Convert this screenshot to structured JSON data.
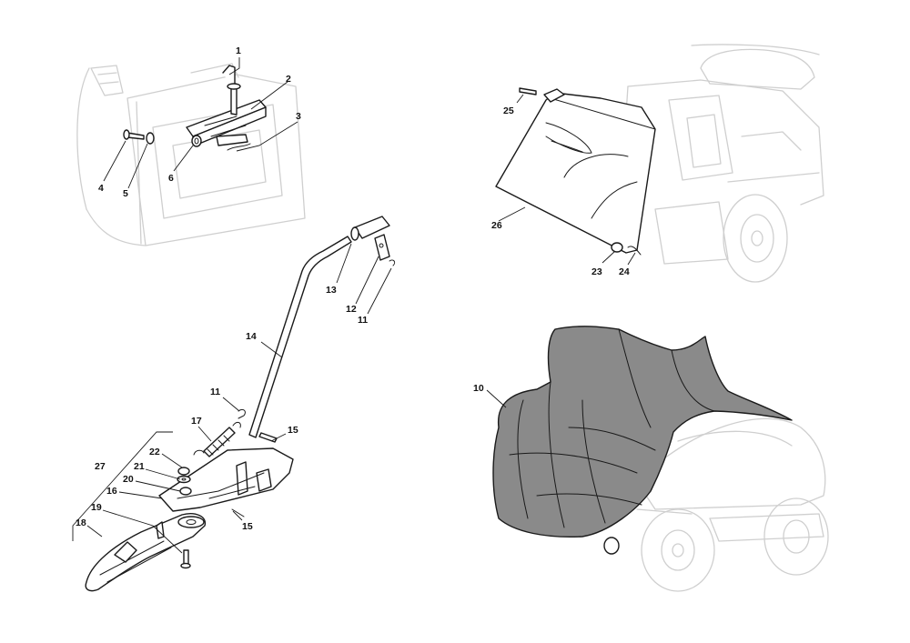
{
  "callouts": {
    "c1": "1",
    "c2": "2",
    "c3": "3",
    "c4": "4",
    "c5": "5",
    "c6": "6",
    "c25": "25",
    "c26": "26",
    "c23": "23",
    "c24": "24",
    "c13": "13",
    "c12": "12",
    "c11a": "11",
    "c14": "14",
    "c11b": "11",
    "c17": "17",
    "c15a": "15",
    "c27": "27",
    "c22": "22",
    "c21": "21",
    "c20": "20",
    "c16": "16",
    "c15b": "15",
    "c19": "19",
    "c18": "18",
    "c10": "10"
  },
  "colors": {
    "line": "#1a1a1a",
    "ghost_outline": "#cfcfcf",
    "cover_fill": "#8a8a8a",
    "background": "#ffffff"
  }
}
